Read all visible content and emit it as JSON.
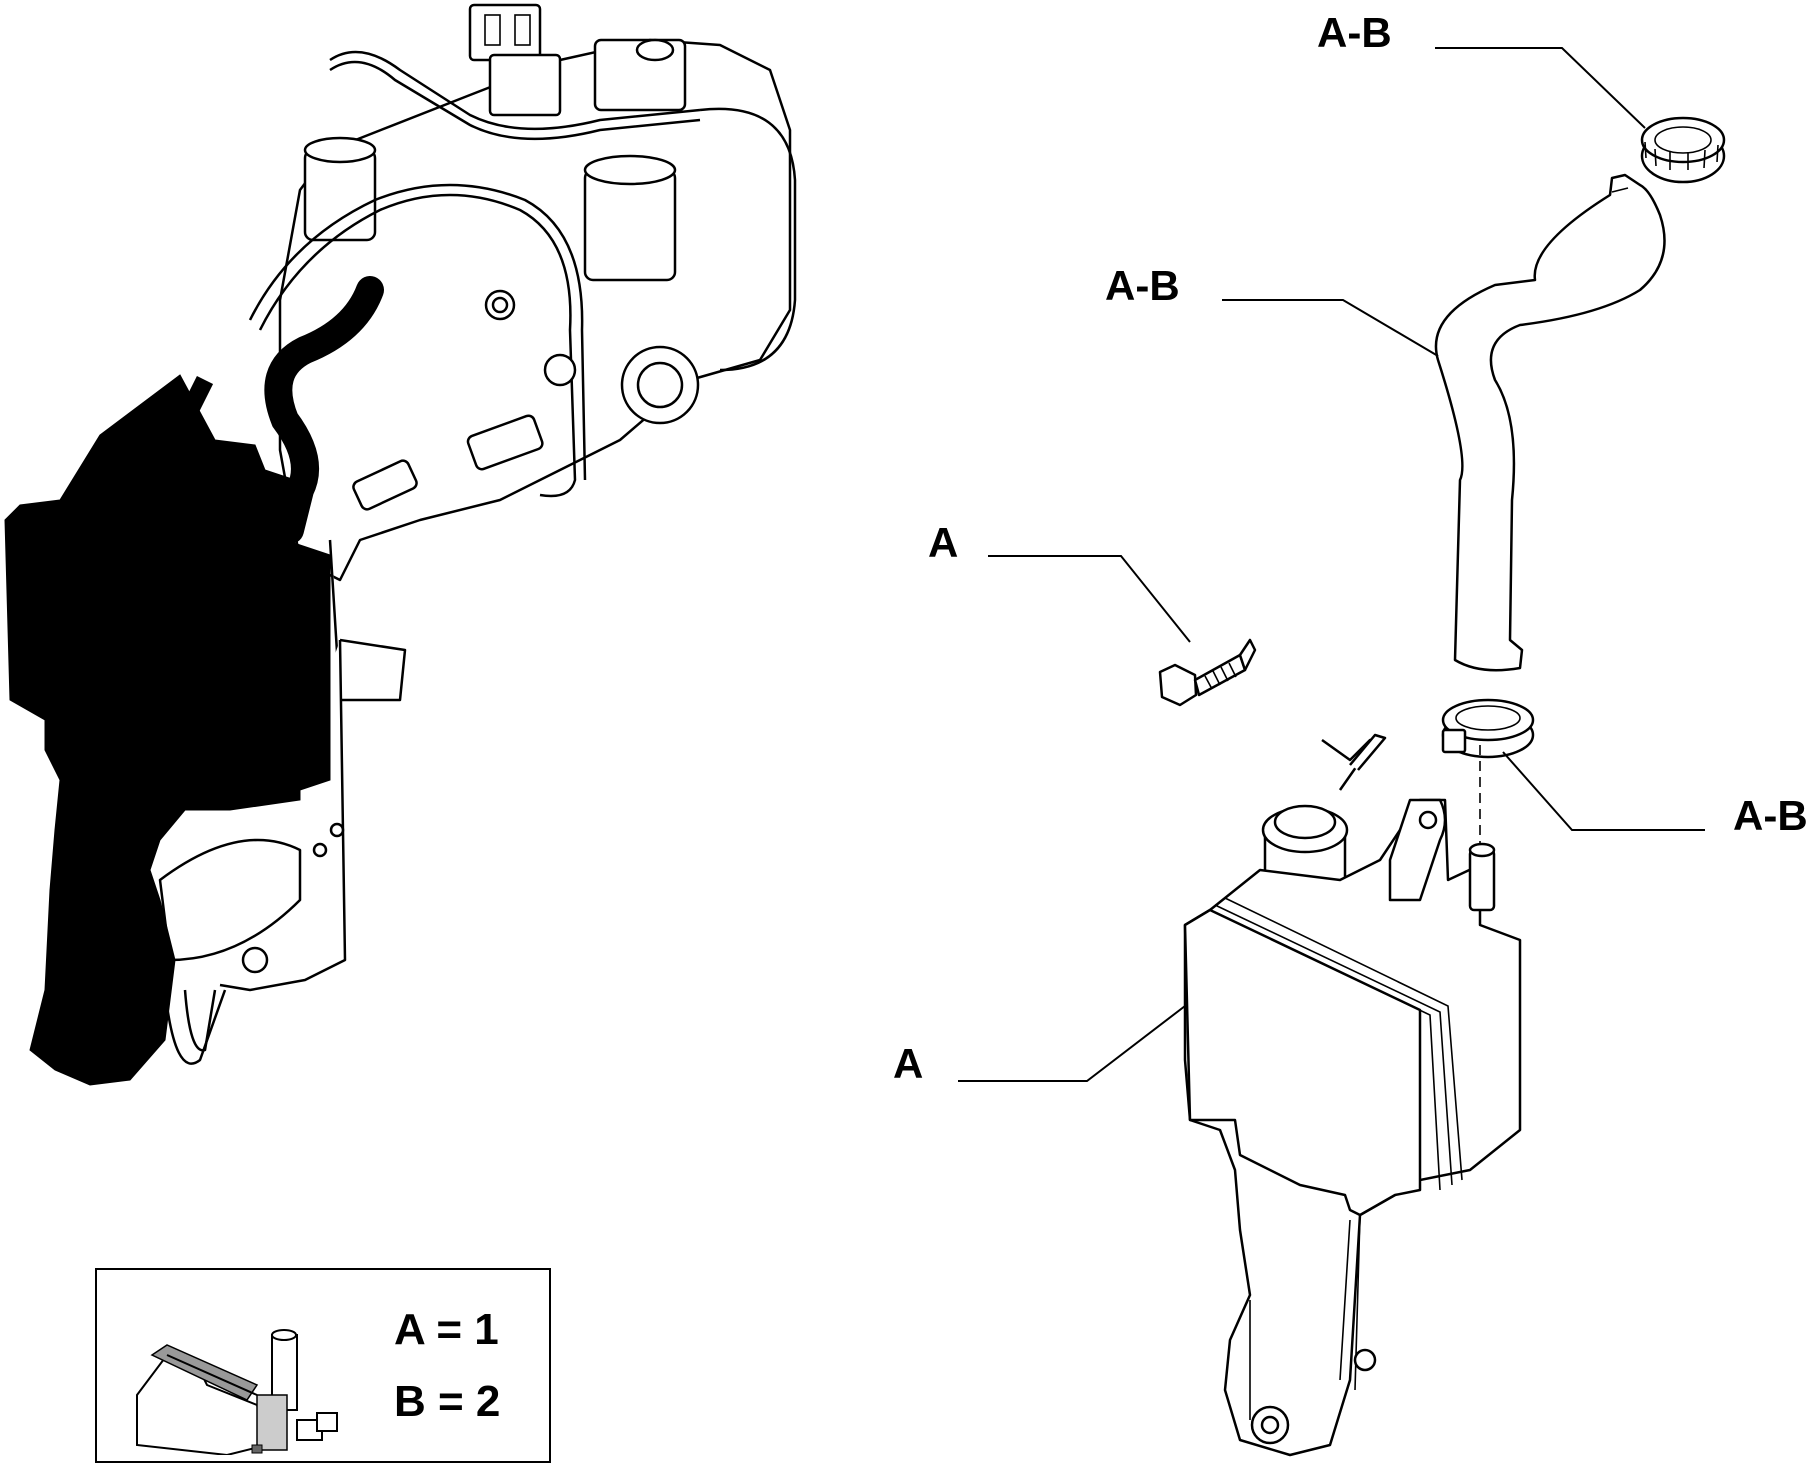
{
  "diagram": {
    "callouts": {
      "hose_clamp_top": "A-B",
      "hose": "A-B",
      "bolt": "A",
      "hose_clamp_bottom": "A-B",
      "reservoir": "A"
    },
    "legend": {
      "line1": "A = 1",
      "line2": "B = 2"
    }
  }
}
